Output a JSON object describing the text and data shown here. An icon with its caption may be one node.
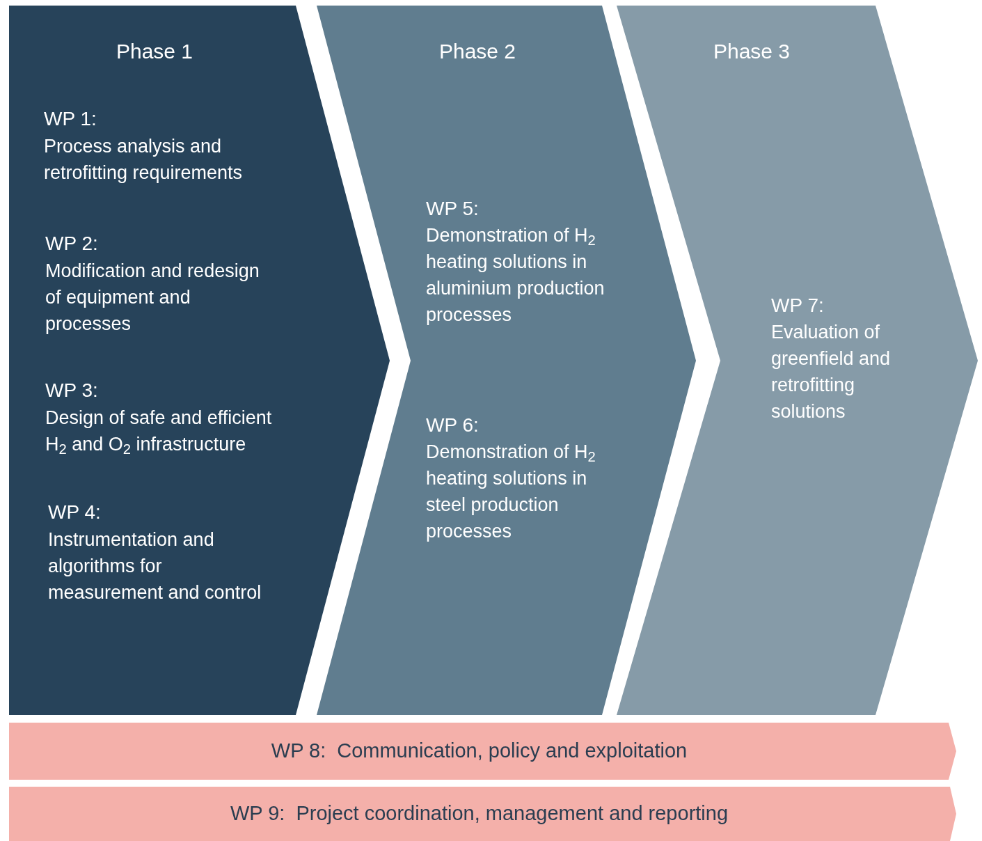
{
  "diagram": {
    "nodes": [
      {
        "text": [
          "Phase 1",
          "WP 1:",
          "Process analysis and retrofitting requirements",
          "WP 2:",
          "Modification and redesign of equipment and processes",
          "WP 3:",
          "Design of safe and efficient H$_{2}$ and O$_{2}$ infrastructure",
          "WP 4:",
          "Instrumentation and algorithms for measurement and control"
        ]
      },
      {
        "text": [
          "Phase 2",
          "WP 5:",
          "Demonstration of H$_{2}$ heating solutions in aluminium production processes",
          "WP 6:",
          "Demonstration of H$_{2}$ heating solutions in steel production processes"
        ]
      },
      {
        "text": [
          "Phase 3",
          "WP 7:",
          "Evaluation of greenfield and retrofitting solutions"
        ]
      },
      {
        "text": [
          "WP 8:",
          "Communication, policy and exploitation"
        ]
      },
      {
        "text": [
          "WP 9:",
          "Project coordination, management and reporting"
        ]
      }
    ]
  }
}
